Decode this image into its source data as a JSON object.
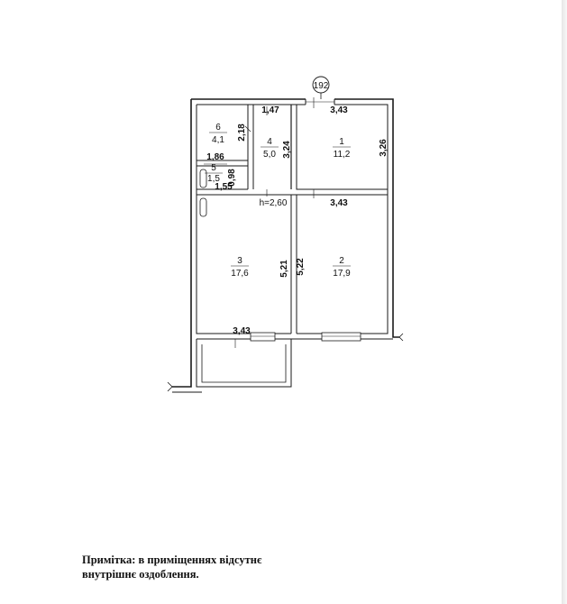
{
  "plan": {
    "label_192": "192",
    "rooms": [
      {
        "number": "1",
        "area": "11,2"
      },
      {
        "number": "2",
        "area": "17,9"
      },
      {
        "number": "3",
        "area": "17,6"
      },
      {
        "number": "4",
        "area": "5,0"
      },
      {
        "number": "5",
        "area": "1,5"
      },
      {
        "number": "6",
        "area": "4,1"
      }
    ],
    "dimensions": {
      "d_1_47": "1,47",
      "d_3_43_top": "3,43",
      "d_3_26": "3,26",
      "d_3_24": "3,24",
      "d_2_18": "2,18",
      "d_1_86": "1,86",
      "d_0_98": "0,98",
      "d_1_55": "1,55",
      "d_h": "h=2,60",
      "d_3_43_mid": "3,43",
      "d_5_21": "5,21",
      "d_5_22": "5,22",
      "d_3_43_bottom": "3,43"
    }
  },
  "note": {
    "line1": "Примітка: в приміщеннях відсутнє",
    "line2": "внутрішнє оздоблення."
  }
}
